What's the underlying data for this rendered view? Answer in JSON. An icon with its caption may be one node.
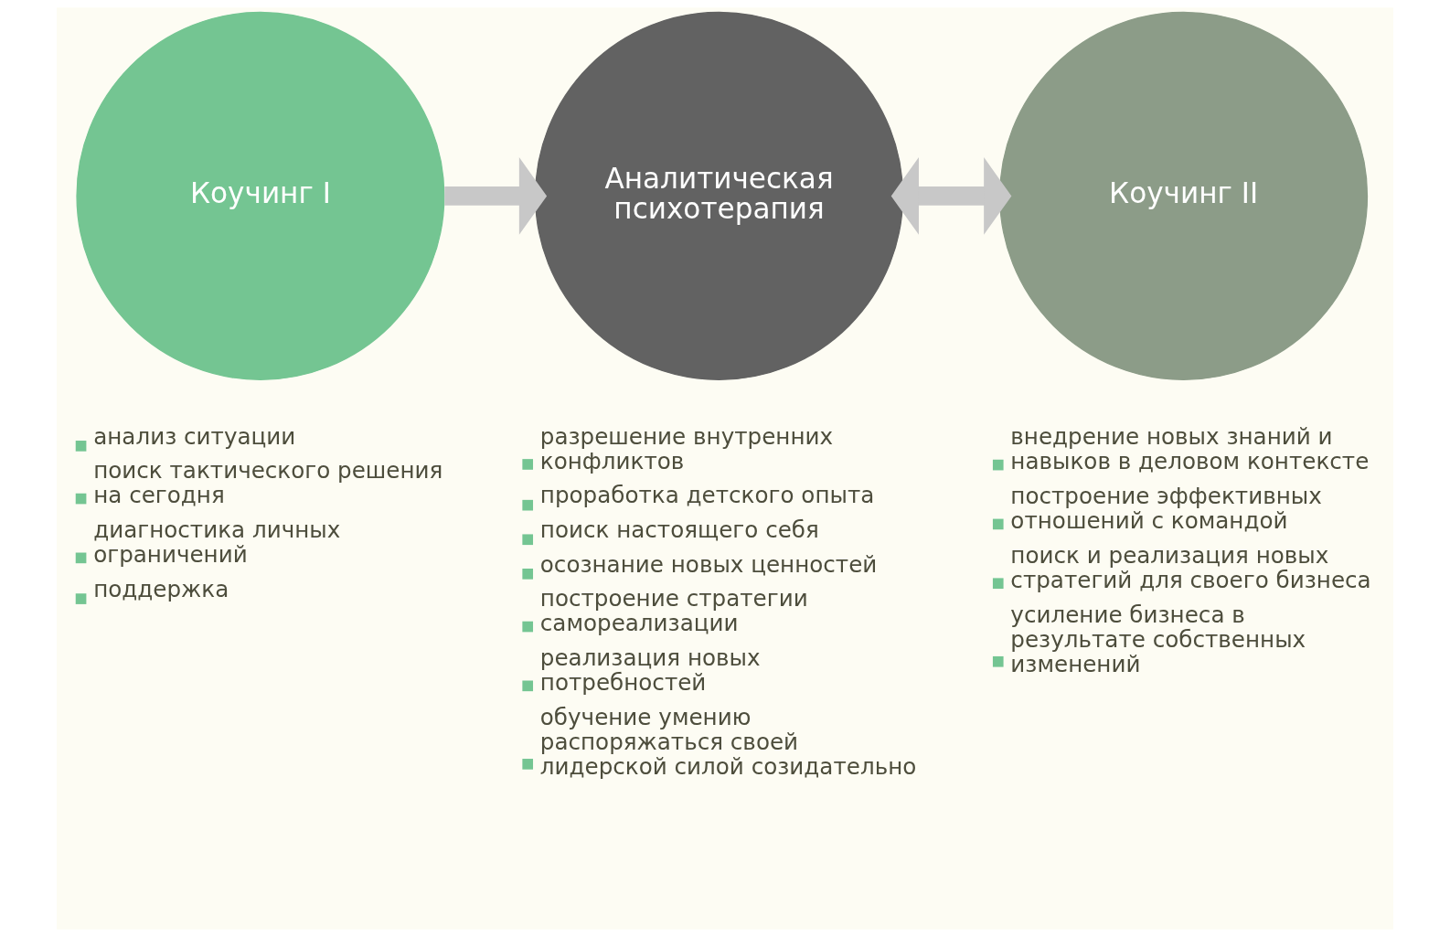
{
  "diagram": {
    "nodes": [
      {
        "text": [
          "Коучинг I"
        ],
        "beside": [
          "анализ ситуации",
          "поиск тактического решения на сегодня",
          "диагностика личных ограничений",
          "поддержка"
        ]
      },
      {
        "text": [
          "Аналитическая психотерапия"
        ],
        "beside": [
          "разрешение внутренних конфликтов",
          "проработка детского опыта",
          "поиск настоящего себя",
          "осознание новых ценностей",
          "построение стратегии самореализации",
          "реализация новых потребностей",
          "обучение умению распоряжаться своей лидерской силой созидательно"
        ]
      },
      {
        "text": [
          "Коучинг II"
        ],
        "beside": [
          "внедрение новых знаний и навыков в деловом контексте",
          "построение эффективных отношений с командой",
          "поиск и реализация новых стратегий для своего бизнеса",
          "усиление бизнеса в результате собственных изменений"
        ]
      }
    ],
    "edges": [
      {
        "from": 0,
        "to": 1,
        "arrow": "to"
      },
      {
        "from": 1,
        "to": 2,
        "arrow": "both"
      }
    ]
  }
}
